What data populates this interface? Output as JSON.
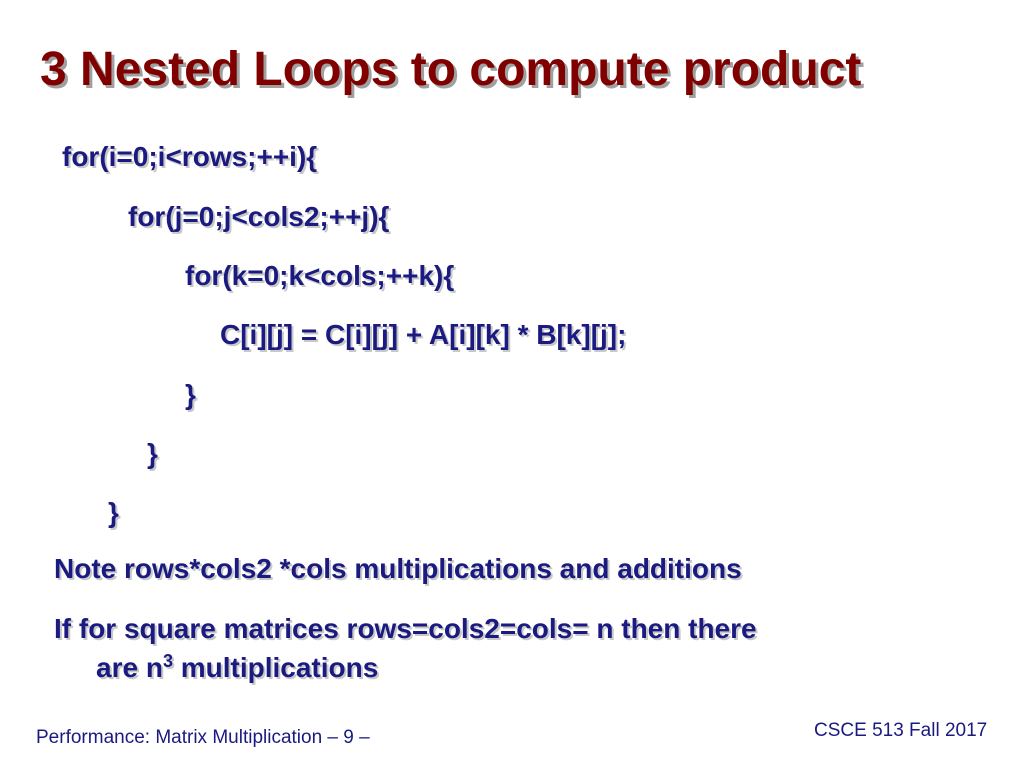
{
  "slide": {
    "title": "3 Nested Loops to compute product",
    "code": [
      "for(i=0;i<rows;++i){",
      "for(j=0;j<cols2;++j){",
      "for(k=0;k<cols;++k){",
      "C[i][j] = C[i][j] + A[i][k] * B[k][j];",
      "}",
      "}",
      "}"
    ],
    "note1": "Note rows*cols2 *cols multiplications and additions",
    "note2_line1": "If  for square matrices rows=cols2=cols= n then there",
    "note2_line2_before": "are n",
    "note2_line2_sup": "3",
    "note2_line2_after": " multiplications"
  },
  "footer": {
    "left": "Performance: Matrix Multiplication – 9 –",
    "right": "CSCE 513 Fall 2017"
  },
  "colors": {
    "title": "#800000",
    "body_text": "#1a1a80",
    "background": "#ffffff"
  }
}
